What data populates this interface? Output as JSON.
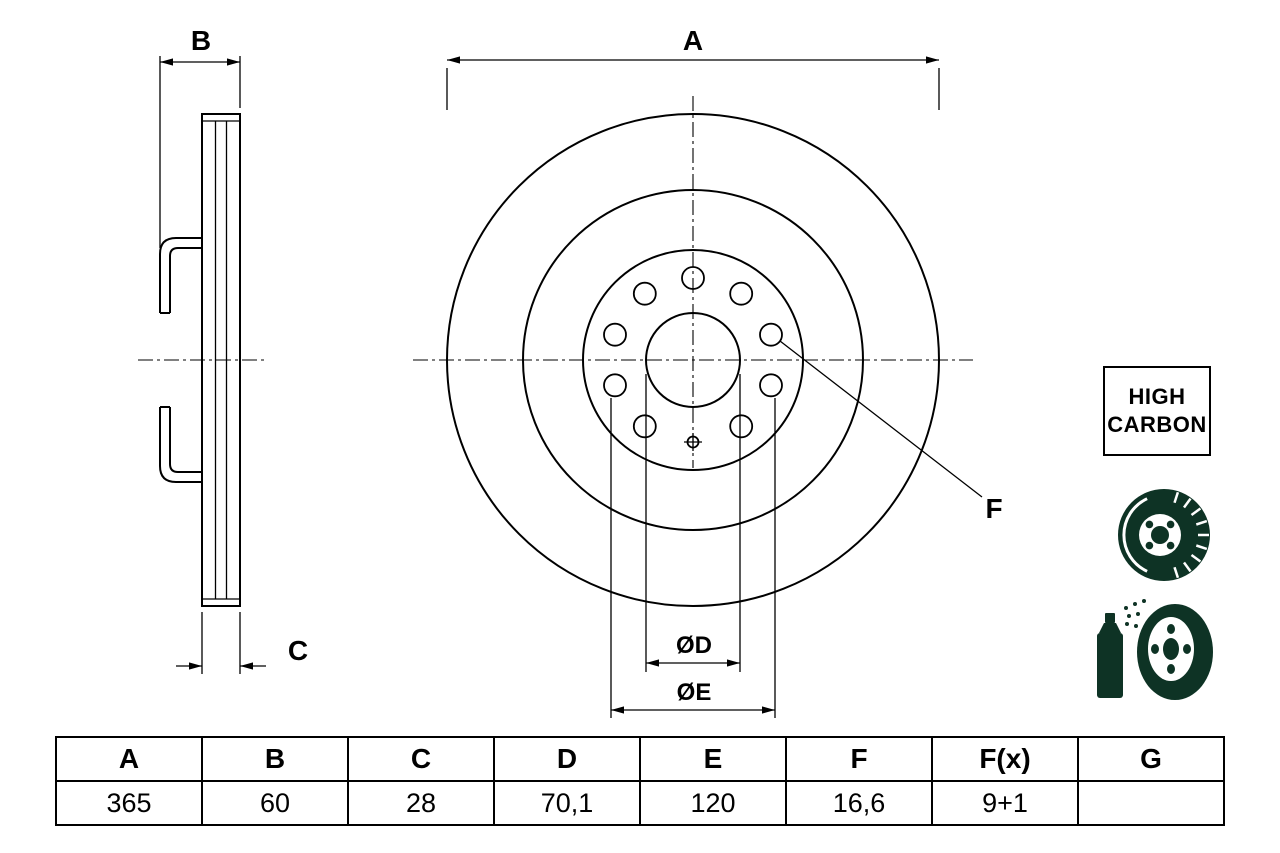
{
  "colors": {
    "line": "#000000",
    "icon": "#0e3325",
    "background": "#ffffff"
  },
  "drawing": {
    "labels": {
      "a": "A",
      "b": "B",
      "c": "C",
      "d": "ØD",
      "e": "ØE",
      "f": "F"
    }
  },
  "badges": {
    "high_carbon": [
      "HIGH",
      "CARBON"
    ]
  },
  "table": {
    "headers": [
      "A",
      "B",
      "C",
      "D",
      "E",
      "F",
      "F(x)",
      "G"
    ],
    "values": [
      "365",
      "60",
      "28",
      "70,1",
      "120",
      "16,6",
      "9+1",
      ""
    ]
  }
}
